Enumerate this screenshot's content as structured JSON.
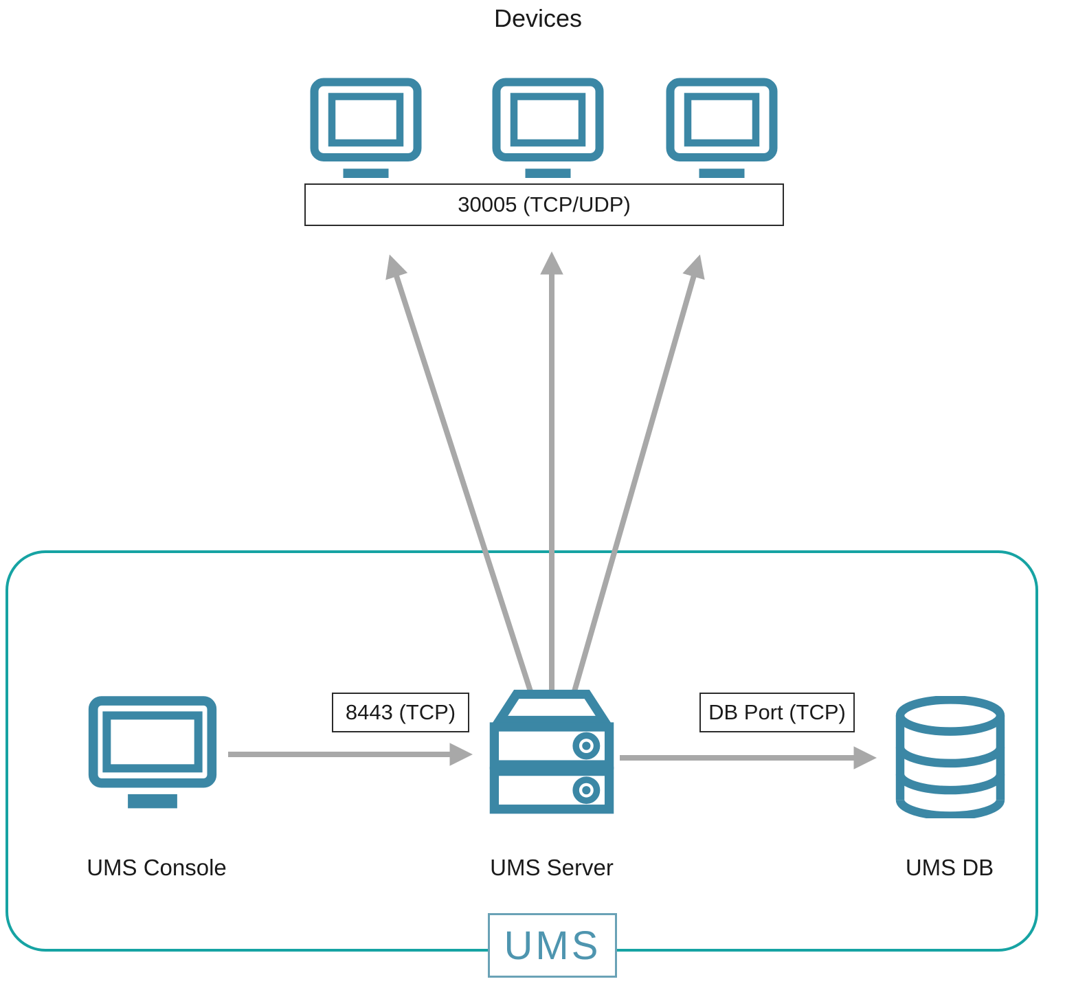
{
  "diagram": {
    "devices": {
      "title": "Devices",
      "port_label": "30005 (TCP/UDP)",
      "device_count": 3
    },
    "nodes": {
      "console": {
        "label": "UMS Console"
      },
      "server": {
        "label": "UMS Server"
      },
      "db": {
        "label": "UMS DB"
      }
    },
    "connections": {
      "console_to_server": {
        "port_label": "8443 (TCP)"
      },
      "server_to_db": {
        "port_label": "DB Port (TCP)"
      },
      "server_to_devices": {
        "port_label": "30005 (TCP/UDP)"
      }
    },
    "logo": {
      "text": "UMS"
    },
    "colors": {
      "icon_teal": "#3b87a5",
      "boundary_teal": "#16a3a3",
      "arrow_gray": "#a8a8a8",
      "text": "#1a1a1a"
    }
  }
}
